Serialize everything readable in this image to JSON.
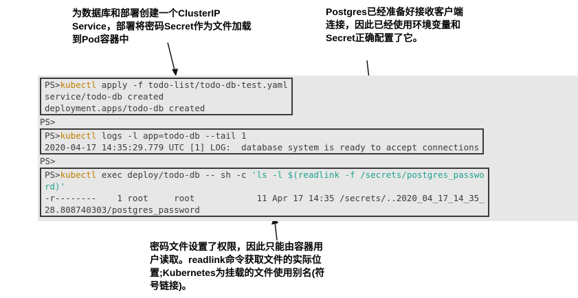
{
  "annotations": {
    "top_left": "为数据库和部署创建一个ClusterIP Service，部署将密码Secret作为文件加载到Pod容器中",
    "top_right": "Postgres已经准备好接收客户端连接，因此已经使用环境变量和Secret正确配置了它。",
    "bottom": "密码文件设置了权限，因此只能由容器用户读取。readlink命令获取文件的实际位置;Kubernetes为挂载的文件使用别名(符号链接)。"
  },
  "terminal": {
    "colors": {
      "default": "#3c3c3c",
      "command": "#c08000",
      "string": "#1fa48c",
      "background": "#e7e7e7",
      "border": "#3a3a3a"
    },
    "blocks": [
      {
        "name": "apply-command-block",
        "boxed": true,
        "lines": [
          [
            {
              "t": "PS>",
              "c": "default"
            },
            {
              "t": "kubectl",
              "c": "command"
            },
            {
              "t": " apply -f todo-list/todo-db-test.yaml",
              "c": "default"
            }
          ],
          [
            {
              "t": "service/todo-db created",
              "c": "default"
            }
          ],
          [
            {
              "t": "deployment.apps/todo-db created",
              "c": "default"
            }
          ]
        ]
      },
      {
        "name": "prompt-line",
        "boxed": false,
        "lines": [
          [
            {
              "t": "PS>",
              "c": "default"
            }
          ]
        ]
      },
      {
        "name": "logs-command-block",
        "boxed": true,
        "lines": [
          [
            {
              "t": "PS>",
              "c": "default"
            },
            {
              "t": "kubectl",
              "c": "command"
            },
            {
              "t": " logs -l app=todo-db --tail 1",
              "c": "default"
            }
          ],
          [
            {
              "t": "2020-04-17 14:35:29.779 UTC [1] LOG:  database system is ready to accept connections",
              "c": "default"
            }
          ]
        ]
      },
      {
        "name": "prompt-line",
        "boxed": false,
        "lines": [
          [
            {
              "t": "PS>",
              "c": "default"
            }
          ]
        ]
      },
      {
        "name": "exec-command-block",
        "boxed": true,
        "lines": [
          [
            {
              "t": "PS>",
              "c": "default"
            },
            {
              "t": "kubectl",
              "c": "command"
            },
            {
              "t": " exec deploy/todo-db -- sh -c ",
              "c": "default"
            },
            {
              "t": "'ls -l $(readlink -f /secrets/postgres_passwo",
              "c": "string"
            }
          ],
          [
            {
              "t": "rd)'",
              "c": "string"
            }
          ],
          [
            {
              "t": "-r--------    1 root     root            11 Apr 17 14:35 /secrets/..2020_04_17_14_35_",
              "c": "default"
            }
          ],
          [
            {
              "t": "28.808740303/postgres_password",
              "c": "default"
            }
          ]
        ]
      }
    ]
  }
}
